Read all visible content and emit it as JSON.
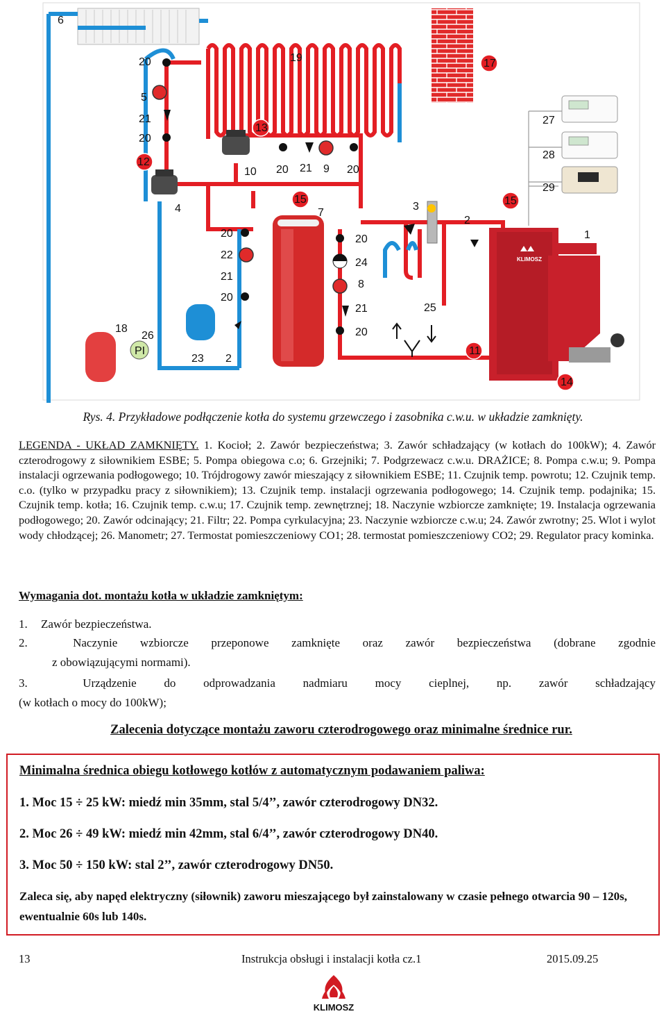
{
  "diagram": {
    "labels": [
      "6",
      "20",
      "19",
      "17",
      "5",
      "21",
      "20",
      "12",
      "13",
      "10",
      "20",
      "21",
      "9",
      "20",
      "27",
      "28",
      "29",
      "4",
      "15",
      "7",
      "3",
      "2",
      "15",
      "1",
      "20",
      "22",
      "21",
      "20",
      "20",
      "24",
      "8",
      "21",
      "20",
      "25",
      "18",
      "26",
      "PI",
      "23",
      "2",
      "11",
      "14"
    ],
    "brand": "KLIMOSZ",
    "colors": {
      "supply": "#e31e24",
      "return": "#1e8fd6",
      "boiler": "#c8202b",
      "tank": "#d42a2a",
      "brick": "#e12a2a"
    }
  },
  "caption": "Rys. 4. Przykładowe podłączenie kotła do systemu grzewczego i zasobnika c.w.u. w układzie zamknięty.",
  "legend": {
    "heading": "LEGENDA - UKŁAD ZAMKNIĘTY.",
    "items": [
      "1. Kocioł;",
      "2. Zawór bezpieczeństwa;",
      "3. Zawór schładzający (w kotłach do 100kW);",
      "4. Zawór czterodrogowy z siłownikiem ESBE;",
      "5. Pompa obiegowa c.o;",
      "6. Grzejniki;",
      "7. Podgrzewacz c.w.u. DRAŻICE;",
      "8. Pompa c.w.u;",
      "9. Pompa instalacji ogrzewania podłogowego;",
      "10. Trójdrogowy zawór mieszający z siłownikiem ESBE;",
      "11. Czujnik temp. powrotu;",
      "12. Czujnik temp. c.o. (tylko w przypadku pracy z siłownikiem);",
      "13. Czujnik temp. instalacji ogrzewania podłogowego;",
      "14. Czujnik temp. podajnika;",
      "15. Czujnik temp. kotła;",
      "16. Czujnik temp. c.w.u;",
      "17. Czujnik temp. zewnętrznej;",
      "18. Naczynie wzbiorcze zamknięte;",
      "19. Instalacja ogrzewania podłogowego;",
      "20. Zawór odcinający;",
      "21. Filtr;",
      "22. Pompa cyrkulacyjna;",
      "23. Naczynie wzbiorcze c.w.u;",
      "24. Zawór zwrotny;",
      "25. Wlot i wylot wody chłodzącej;",
      "26. Manometr;",
      "27. Termostat pomieszczeniowy CO1;",
      "28. termostat pomieszczeniowy CO2;",
      "29. Regulator pracy kominka."
    ]
  },
  "requirements": {
    "heading": "Wymagania dot. montażu kotła w układzie zamkniętym:",
    "items": [
      {
        "num": "1.",
        "text": "Zawór bezpieczeństwa."
      },
      {
        "num": "2.",
        "text": "Naczynie wzbiorcze przeponowe zamknięte oraz zawór bezpieczeństwa (dobrane zgodnie",
        "cont": "z obowiązującymi normami)."
      },
      {
        "num": "3.",
        "text": "Urządzenie do odprowadzania nadmiaru mocy cieplnej, np. zawór schładzający",
        "cont": "(w kotłach o mocy do 100kW);"
      }
    ]
  },
  "recommendations": {
    "heading": "Zalecenia dotyczące montażu zaworu czterodrogowego oraz minimalne średnice rur.",
    "box_heading": "Minimalna średnica obiegu kotłowego kotłów z automatycznym podawaniem paliwa:",
    "lines": [
      "1. Moc 15 ÷ 25 kW: miedź min 35mm, stal 5/4’’, zawór czterodrogowy DN32.",
      "2. Moc 26 ÷ 49 kW: miedź min 42mm, stal 6/4’’, zawór czterodrogowy DN40.",
      "3. Moc 50 ÷ 150 kW: stal 2’’, zawór czterodrogowy DN50."
    ],
    "note": "Zaleca się, aby napęd elektryczny (siłownik) zaworu mieszającego był zainstalowany w czasie pełnego otwarcia 90 – 120s, ewentualnie 60s lub 140s."
  },
  "footer": {
    "page": "13",
    "title": "Instrukcja obsługi i instalacji kotła cz.1",
    "date": "2015.09.25",
    "brand": "KLIMOSZ"
  }
}
